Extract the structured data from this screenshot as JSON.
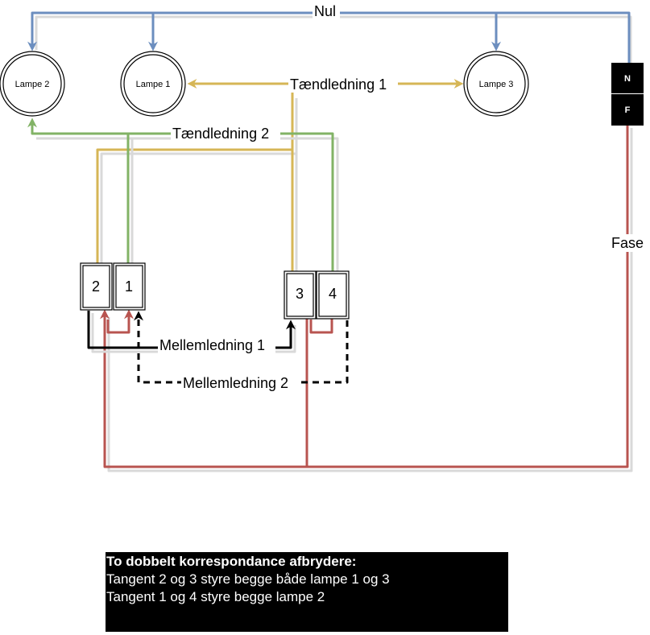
{
  "lamps": {
    "lampe2": "Lampe 2",
    "lampe1": "Lampe 1",
    "lampe3": "Lampe 3"
  },
  "terminals": {
    "n": "N",
    "f": "F"
  },
  "switch_keys": {
    "k1": "1",
    "k2": "2",
    "k3": "3",
    "k4": "4"
  },
  "wire_labels": {
    "nul": "Nul",
    "taendledning1": "Tændledning 1",
    "taendledning2": "Tændledning 2",
    "fase": "Fase",
    "mellemledning1": "Mellemledning 1",
    "mellemledning2": "Mellemledning 2"
  },
  "colors": {
    "nul": "#6c8ebf",
    "taendledning1": "#d6b656",
    "taendledning2": "#82b366",
    "fase": "#b85450",
    "mellem": "#000000"
  },
  "note": {
    "title": "To dobbelt korrespondance afbrydere:",
    "line1": "Tangent 2 og 3 styre begge både lampe 1 og 3",
    "line2": "Tangent 1 og 4 styre begge lampe 2"
  }
}
